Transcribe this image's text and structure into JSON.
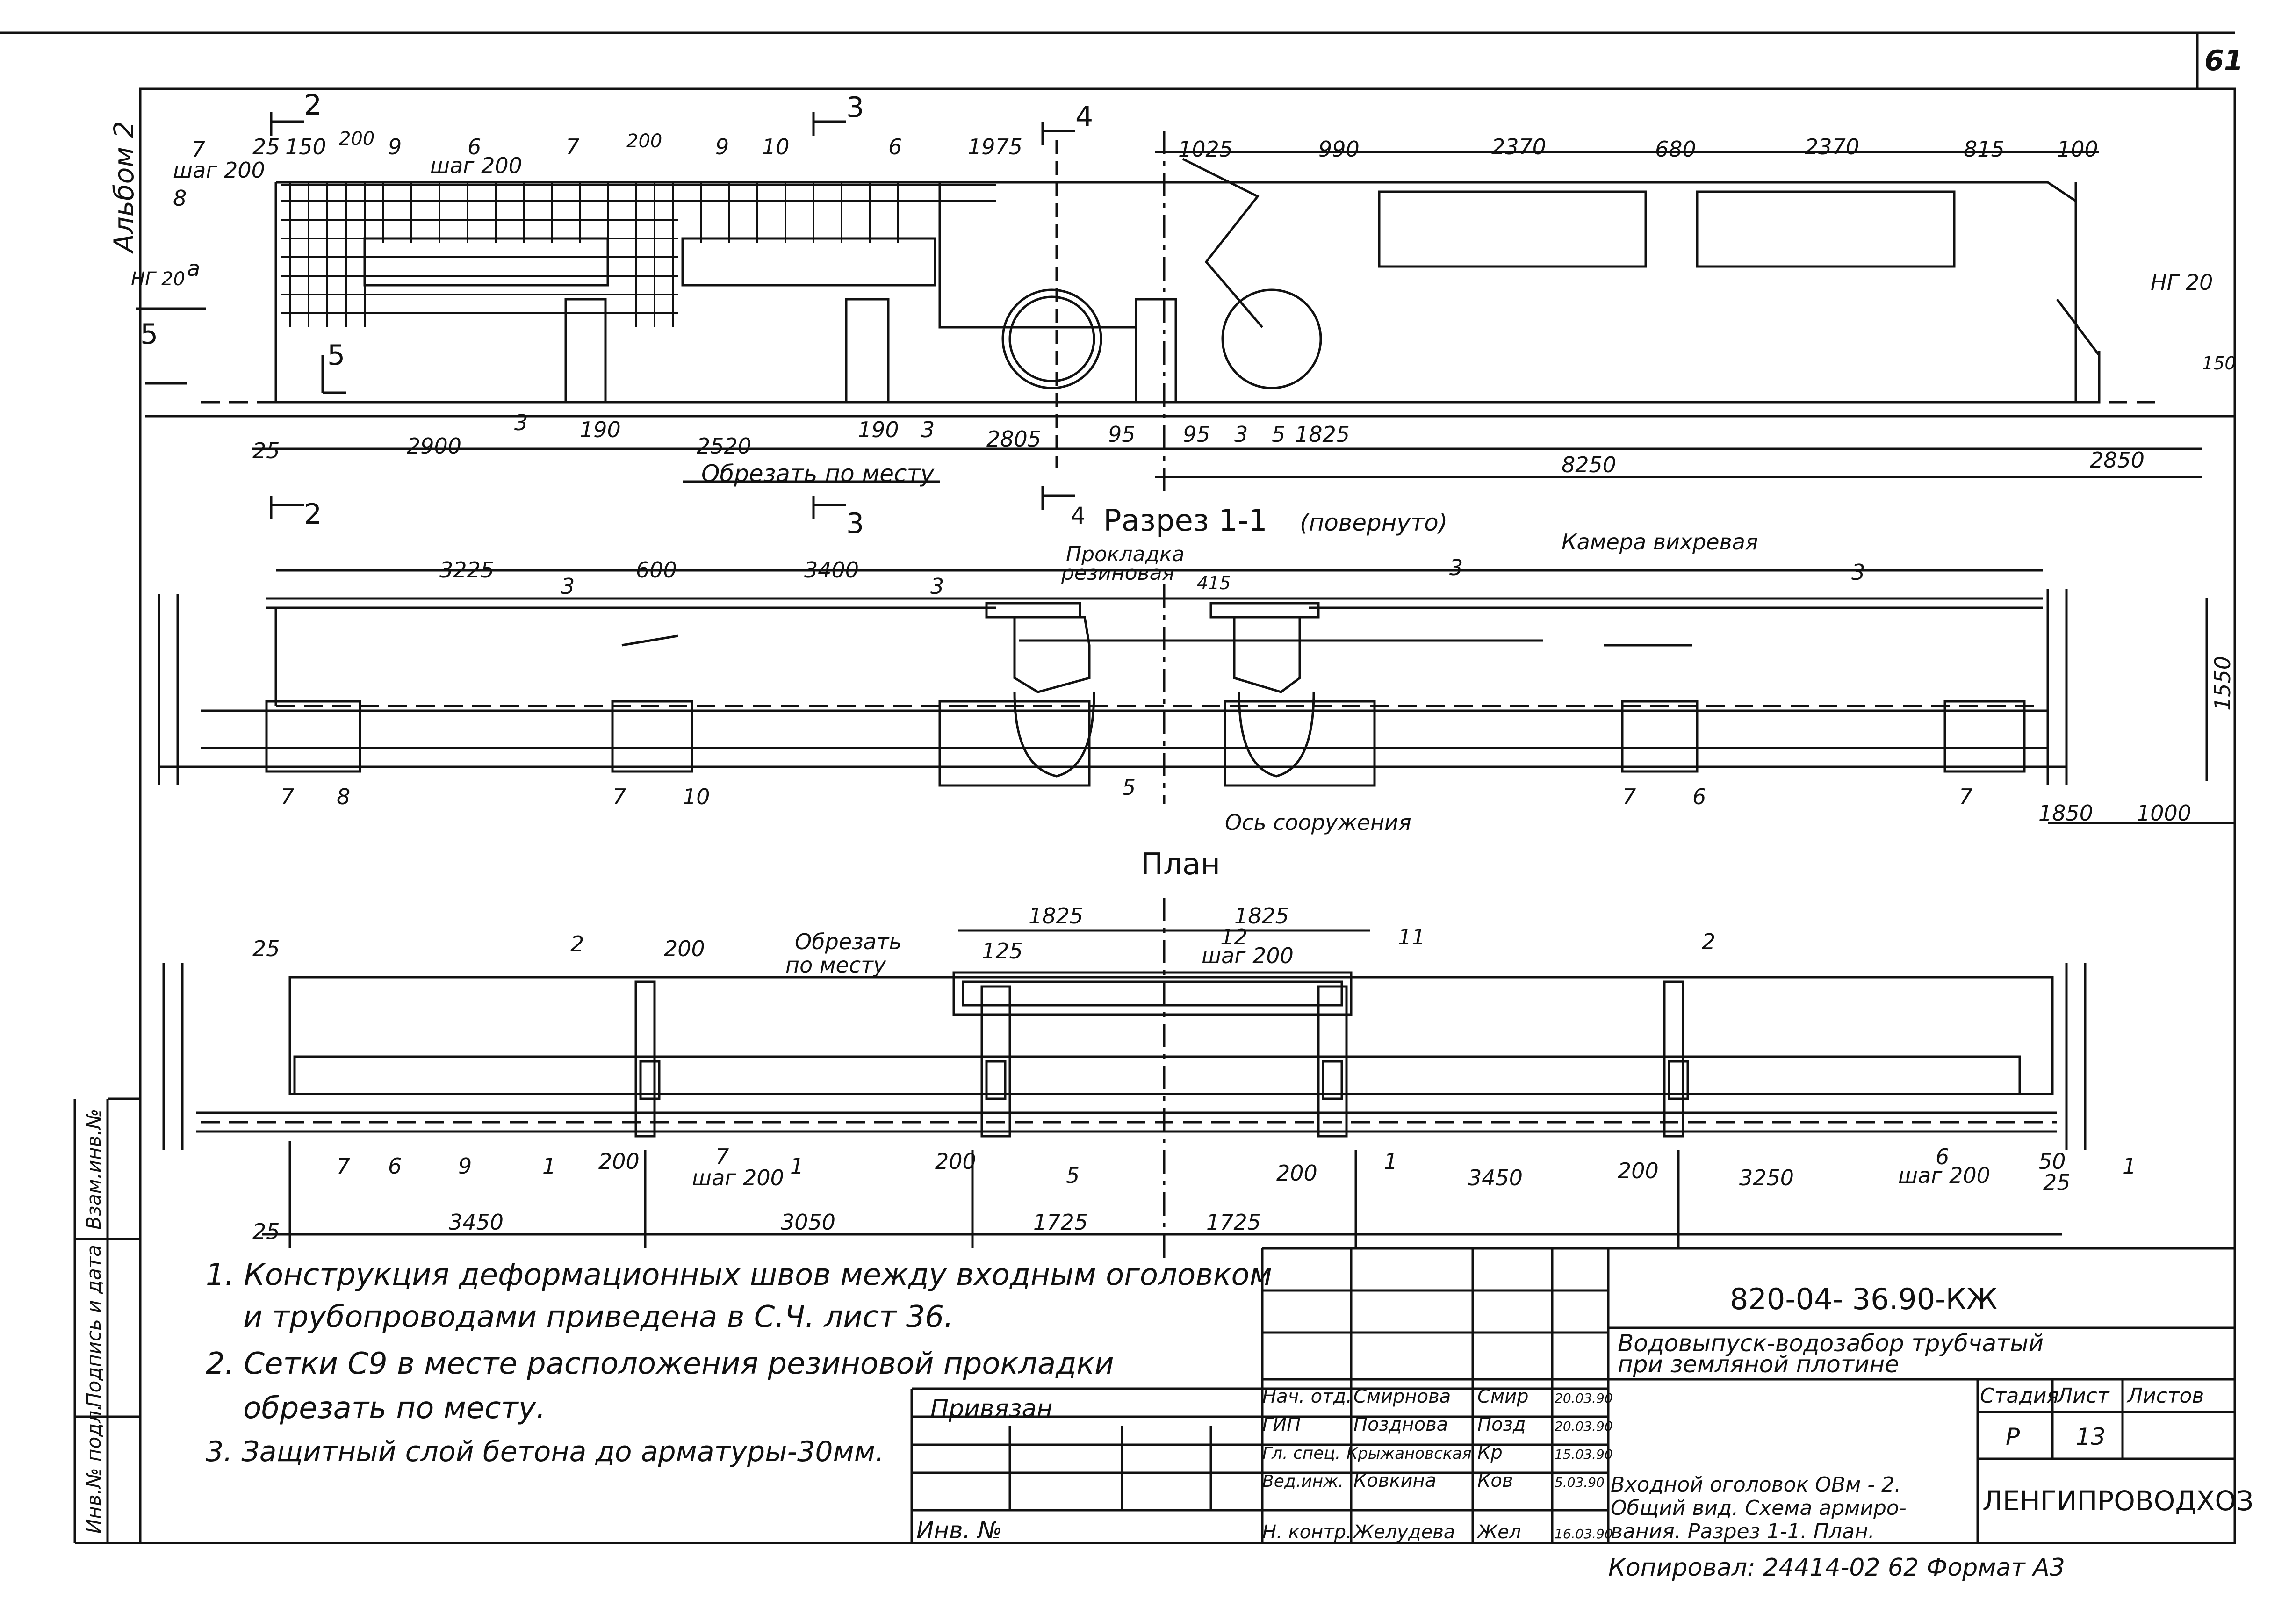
{
  "sheet": {
    "page_number": "61",
    "album_label": "Альбом 2",
    "copy_line": "Копировал: 24414-02 62 Формат А3"
  },
  "section_marks": {
    "m2": "2",
    "m3": "3",
    "m4": "4",
    "m5": "5"
  },
  "top_view": {
    "labels": {
      "l7": "7",
      "step200a": "шаг 200",
      "l25": "25",
      "l150": "150",
      "l200a": "200",
      "l9a": "9",
      "l6a": "6",
      "step200b": "шаг 200",
      "l7b": "7",
      "l200b": "200",
      "l9b": "9",
      "l10": "10",
      "l6b": "6",
      "l1975": "1975",
      "l8": "8",
      "ng20a": "НГ 20",
      "a": "a",
      "ng20b": "НГ 20",
      "l3a": "3",
      "l190a": "190",
      "l190b": "190",
      "l3b": "3",
      "l95a": "95",
      "l95b": "95",
      "l3c": "3",
      "l5": "5",
      "l1825": "1825",
      "l150r": "150",
      "cut": "Обрезать  по месту"
    },
    "dims_top": [
      "1025",
      "990",
      "2370",
      "680",
      "2370",
      "815",
      "100"
    ],
    "dims_bottom": {
      "d25": "25",
      "d2900": "2900",
      "d2520": "2520",
      "d2805": "2805",
      "d8250": "8250",
      "d2850": "2850"
    }
  },
  "section_view": {
    "title": "Разрез 1-1",
    "title_note": "(повернуто)",
    "labels": {
      "d3225": "3225",
      "d600": "600",
      "d3400": "3400",
      "pad1": "Прокладка",
      "pad2": "резиновая",
      "d415": "415",
      "chamber": "Камера вихревая",
      "n3a": "3",
      "n3b": "3",
      "n3c": "3",
      "n3d": "3",
      "n7a": "7",
      "n8": "8",
      "n7b": "7",
      "n10": "10",
      "n5": "5",
      "axis": "Ось сооружения",
      "n7c": "7",
      "n6": "6",
      "n7d": "7",
      "d1850": "1850",
      "d1000": "1000",
      "d1550": "1550"
    }
  },
  "plan_view": {
    "title": "План",
    "labels": {
      "d25a": "25",
      "n2a": "2",
      "d200": "200",
      "cut1": "Обрезать",
      "cut2": "по месту",
      "d125": "125",
      "d1825a": "1825",
      "d1825b": "1825",
      "n12": "12",
      "step200": "шаг 200",
      "n11": "11",
      "n2b": "2",
      "n7a": "7",
      "n6a": "6",
      "n9": "9",
      "n1a": "1",
      "d200b": "200",
      "n7b": "7",
      "step200b": "шаг 200",
      "n1b": "1",
      "d200c": "200",
      "n5": "5",
      "d200d": "200",
      "n1c": "1",
      "d3450a": "3450",
      "d200e": "200",
      "d3250": "3250",
      "n6b": "6",
      "step200c": "шаг 200",
      "d50": "50",
      "n1d": "1",
      "d25b": "25",
      "d25c": "25",
      "d3450b": "3450",
      "d3050": "3050",
      "d1725a": "1725",
      "d1725b": "1725"
    }
  },
  "notes": [
    "1.  Конструкция  деформационных  швов  между  входным  оголовком",
    "и  трубопроводами  приведена  в   С.Ч. лист 36.",
    "2.  Сетки  С9  в месте  расположения  резиновой  прокладки",
    "обрезать   по  месту.",
    "3.  Защитный    слой    бетона  до арматуры-30мм."
  ],
  "side_stamp": [
    "Инв.№ подл.",
    "Подпись и дата",
    "Взам.инв.№"
  ],
  "title_block": {
    "doc_code": "820-04- 36.90-КЖ",
    "project": [
      "Водовыпуск-водозабор трубчатый",
      "при земляной плотине"
    ],
    "privyazan": "Привязан",
    "inv_no": "Инв. №",
    "roles": [
      {
        "role": "Нач. отд.",
        "name": "Смирнова",
        "sign": "Смир",
        "date": "20.03.90"
      },
      {
        "role": "ГИП",
        "name": "Позднова",
        "sign": "Позд",
        "date": "20.03.90"
      },
      {
        "role": "Гл. спец.",
        "name": "Крыжановская",
        "sign": "Кр",
        "date": "15.03.90"
      },
      {
        "role": "Вед.инж.",
        "name": "Ковкина",
        "sign": "Ков",
        "date": "5.03.90"
      },
      {
        "role": "Н. контр.",
        "name": "Желудева",
        "sign": "Жел",
        "date": "16.03.90"
      }
    ],
    "stage_label": "Стадия",
    "sheet_label": "Лист",
    "sheets_label": "Листов",
    "stage": "Р",
    "sheet": "13",
    "sheet_title": [
      "Входной оголовок ОВм - 2.",
      "Общий вид. Схема армиро-",
      "вания. Разрез 1-1. План."
    ],
    "org": "ЛЕНГИПРОВОДХОЗ"
  }
}
